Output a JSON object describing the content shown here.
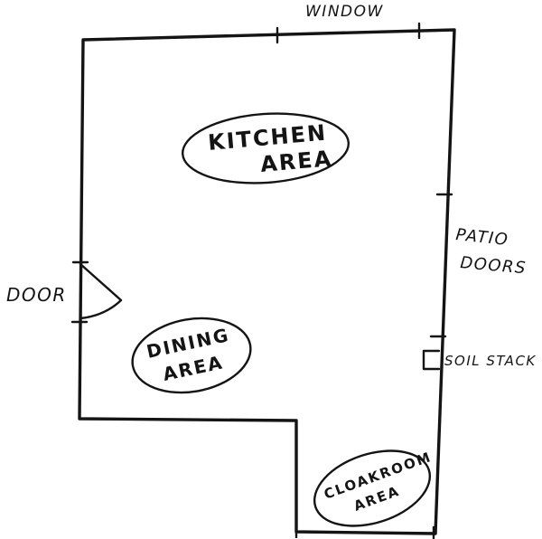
{
  "labels": {
    "window": "WINDOW",
    "door": "DOOR",
    "patio_doors_line1": "PATIO",
    "patio_doors_line2": "DOORS",
    "soil_stack": "SOIL STACK"
  },
  "rooms": {
    "kitchen_line1": "KITCHEN",
    "kitchen_line2": "AREA",
    "dining_line1": "DINING",
    "dining_line2": "AREA",
    "cloakroom_line1": "CLOAKROOM",
    "cloakroom_line2": "AREA"
  },
  "colors": {
    "ink": "#141414",
    "paper": "#ffffff"
  }
}
